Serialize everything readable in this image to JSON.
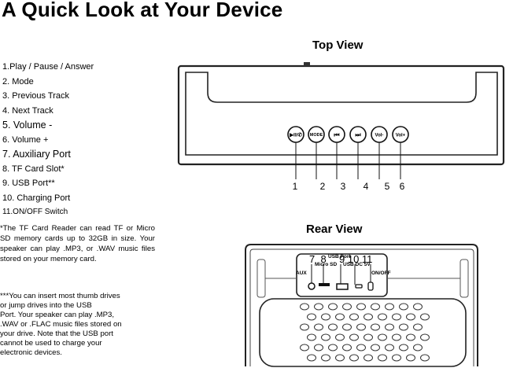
{
  "page_title": "A Quick Look at Your Device",
  "top_view": {
    "title": "Top View",
    "buttons": [
      "▶II/✆",
      "MODE",
      "⏮",
      "⏭",
      "Vol-",
      "Vol+"
    ],
    "numbers": [
      "1",
      "2",
      "3",
      "4",
      "5",
      "6"
    ]
  },
  "rear_view": {
    "title": "Rear View",
    "numbers_left": "7  8",
    "numbers_right": "9 10 11",
    "labels": {
      "aux": "AUX",
      "micro_sd": "Micro SD",
      "usb_port": "USB Port",
      "usb_dc": "USB DC 5V",
      "on_off": "ON/OFF"
    }
  },
  "legend": [
    "1.Play / Pause / Answer",
    "2.  Mode",
    "3.  Previous Track",
    "4.  Next Track",
    "5. Volume -",
    "6.  Volume +",
    "7. Auxiliary Port",
    "8.  TF Card Slot*",
    "9. USB Port**",
    "10. Charging Port",
    "11.ON/OFF Switch"
  ],
  "notes": {
    "tf_card": "*The TF Card Reader can read TF or Micro SD memory cards up to 32GB in size. Your speaker can play .MP3, or .WAV music files stored on your memory card.",
    "usb_lines": [
      "***You can insert most thumb drives",
      "or jump drives into the USB",
      "Port. Your speaker can play .MP3,",
      ".WAV or .FLAC music files stored on",
      "your drive. Note that the USB port",
      "cannot be used to charge your",
      "electronic devices."
    ]
  }
}
